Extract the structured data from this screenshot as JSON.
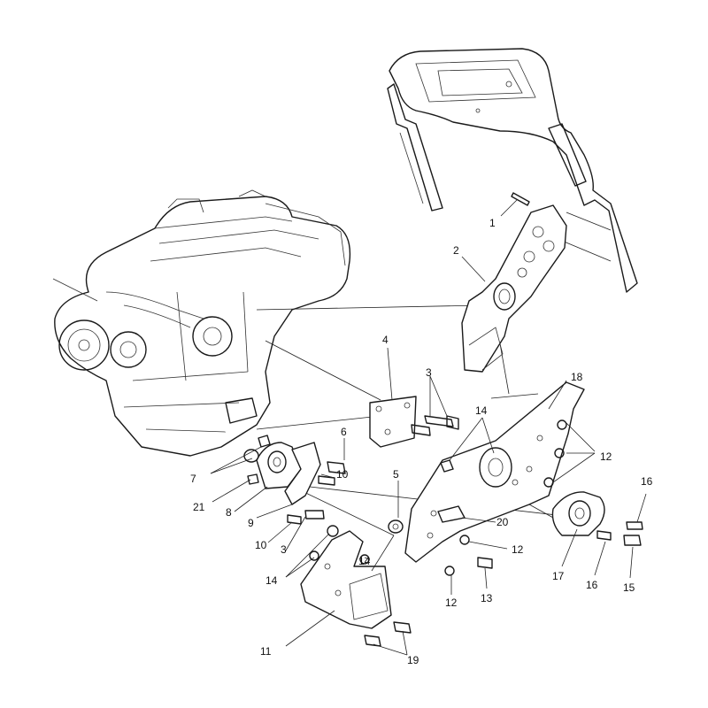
{
  "diagram": {
    "callouts": [
      {
        "id": "c1",
        "label": "1"
      },
      {
        "id": "c2",
        "label": "2"
      },
      {
        "id": "c3a",
        "label": "3"
      },
      {
        "id": "c3b",
        "label": "3"
      },
      {
        "id": "c4",
        "label": "4"
      },
      {
        "id": "c5",
        "label": "5"
      },
      {
        "id": "c6",
        "label": "6"
      },
      {
        "id": "c7",
        "label": "7"
      },
      {
        "id": "c8",
        "label": "8"
      },
      {
        "id": "c9",
        "label": "9"
      },
      {
        "id": "c10a",
        "label": "10"
      },
      {
        "id": "c10b",
        "label": "10"
      },
      {
        "id": "c11",
        "label": "11"
      },
      {
        "id": "c12a",
        "label": "12"
      },
      {
        "id": "c12b",
        "label": "12"
      },
      {
        "id": "c12c",
        "label": "12"
      },
      {
        "id": "c13",
        "label": "13"
      },
      {
        "id": "c14a",
        "label": "14"
      },
      {
        "id": "c14b",
        "label": "14"
      },
      {
        "id": "c14c",
        "label": "14"
      },
      {
        "id": "c15",
        "label": "15"
      },
      {
        "id": "c16a",
        "label": "16"
      },
      {
        "id": "c16b",
        "label": "16"
      },
      {
        "id": "c17",
        "label": "17"
      },
      {
        "id": "c18",
        "label": "18"
      },
      {
        "id": "c19",
        "label": "19"
      },
      {
        "id": "c20",
        "label": "20"
      },
      {
        "id": "c21",
        "label": "21"
      }
    ]
  }
}
